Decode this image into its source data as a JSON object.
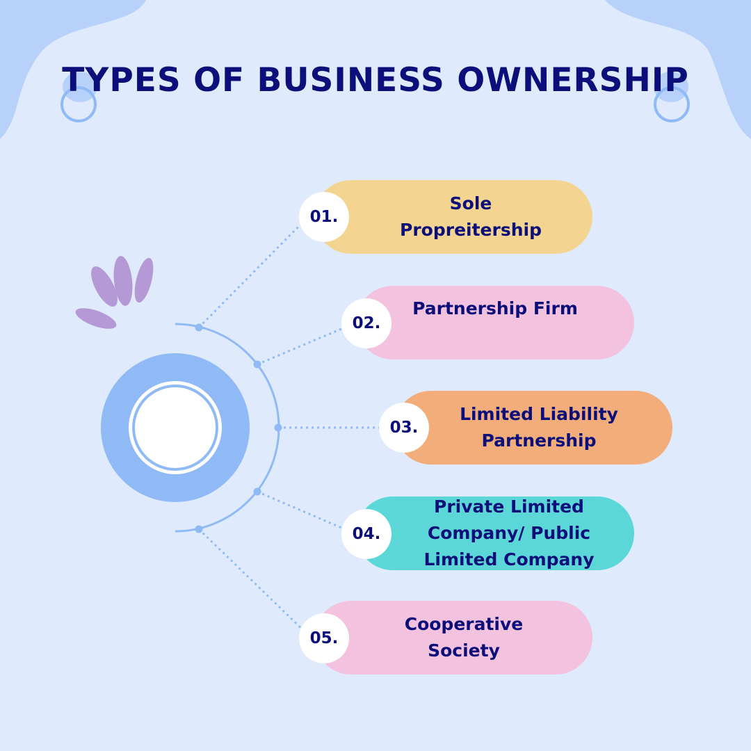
{
  "title": "TYPES OF BUSINESS OWNERSHIP",
  "colors": {
    "background": "#dfeafd",
    "title": "#0c0f7a",
    "accent_blue": "#8fbaf5",
    "leaf": "#b598d6"
  },
  "items": [
    {
      "number": "01.",
      "label": "Sole\nPropreitership",
      "color": "#f3d490"
    },
    {
      "number": "02.",
      "label": "Partnership Firm",
      "color": "#f3c2df"
    },
    {
      "number": "03.",
      "label": "Limited Liability\nPartnership",
      "color": "#f2ad7a"
    },
    {
      "number": "04.",
      "label": "Private Limited\nCompany/ Public\nLimited Company",
      "color": "#5cd7d7"
    },
    {
      "number": "05.",
      "label": "Cooperative\nSociety",
      "color": "#f3c2df"
    }
  ]
}
